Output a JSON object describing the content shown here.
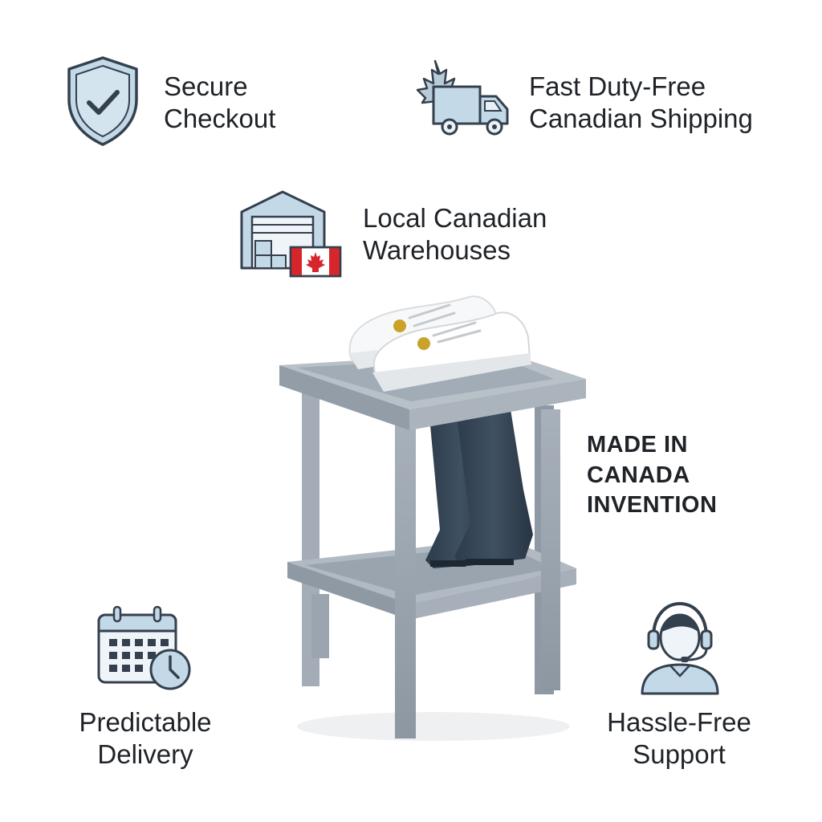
{
  "features": {
    "secure": {
      "icon": "shield-check-icon",
      "line1": "Secure",
      "line2": "Checkout"
    },
    "shipping": {
      "icon": "maple-leaf-truck-icon",
      "line1": "Fast Duty-Free",
      "line2": "Canadian Shipping"
    },
    "warehouse": {
      "icon": "warehouse-flag-icon",
      "line1": "Local Canadian",
      "line2": "Warehouses"
    },
    "delivery": {
      "icon": "calendar-clock-icon",
      "line1": "Predictable",
      "line2": "Delivery"
    },
    "support": {
      "icon": "headset-agent-icon",
      "line1": "Hassle-Free",
      "line2": "Support"
    }
  },
  "callout": {
    "line1": "MADE IN",
    "line2": "CANADA",
    "line3": "INVENTION"
  },
  "product": {
    "icon": "two-tier-shoe-rack-illustration"
  },
  "colors": {
    "icon_fill": "#c3d9e8",
    "icon_stroke": "#34404d",
    "flag_red": "#d7262b",
    "rack_grey": "#98a2ad",
    "text": "#1f2328"
  }
}
